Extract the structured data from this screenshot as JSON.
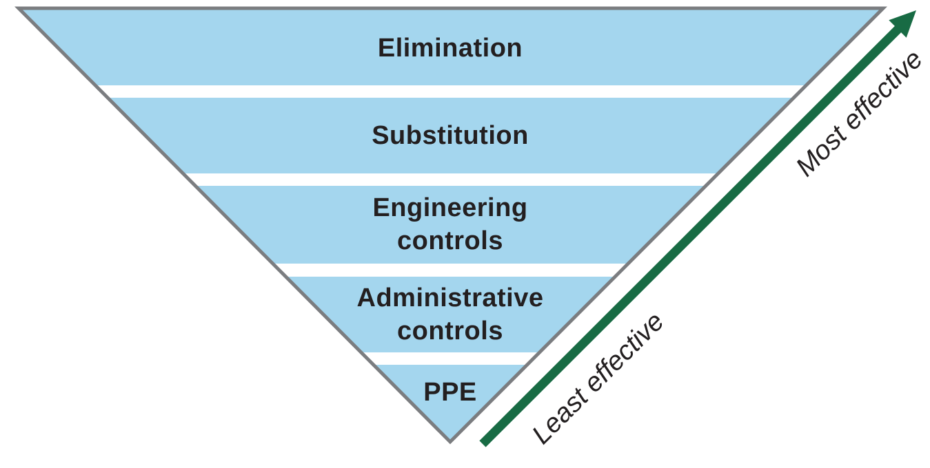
{
  "pyramid": {
    "levels": [
      {
        "label": "Elimination"
      },
      {
        "label": "Substitution"
      },
      {
        "label": "Engineering\ncontrols"
      },
      {
        "label": "Administrative\ncontrols"
      },
      {
        "label": "PPE"
      }
    ]
  },
  "arrow": {
    "top_label": "Most effective",
    "bottom_label": "Least effective"
  },
  "colors": {
    "band_fill": "#a4d6ee",
    "band_gap": "#ffffff",
    "outline": "#7b7d80",
    "arrow_green": "#186b44",
    "text": "#231f20"
  }
}
